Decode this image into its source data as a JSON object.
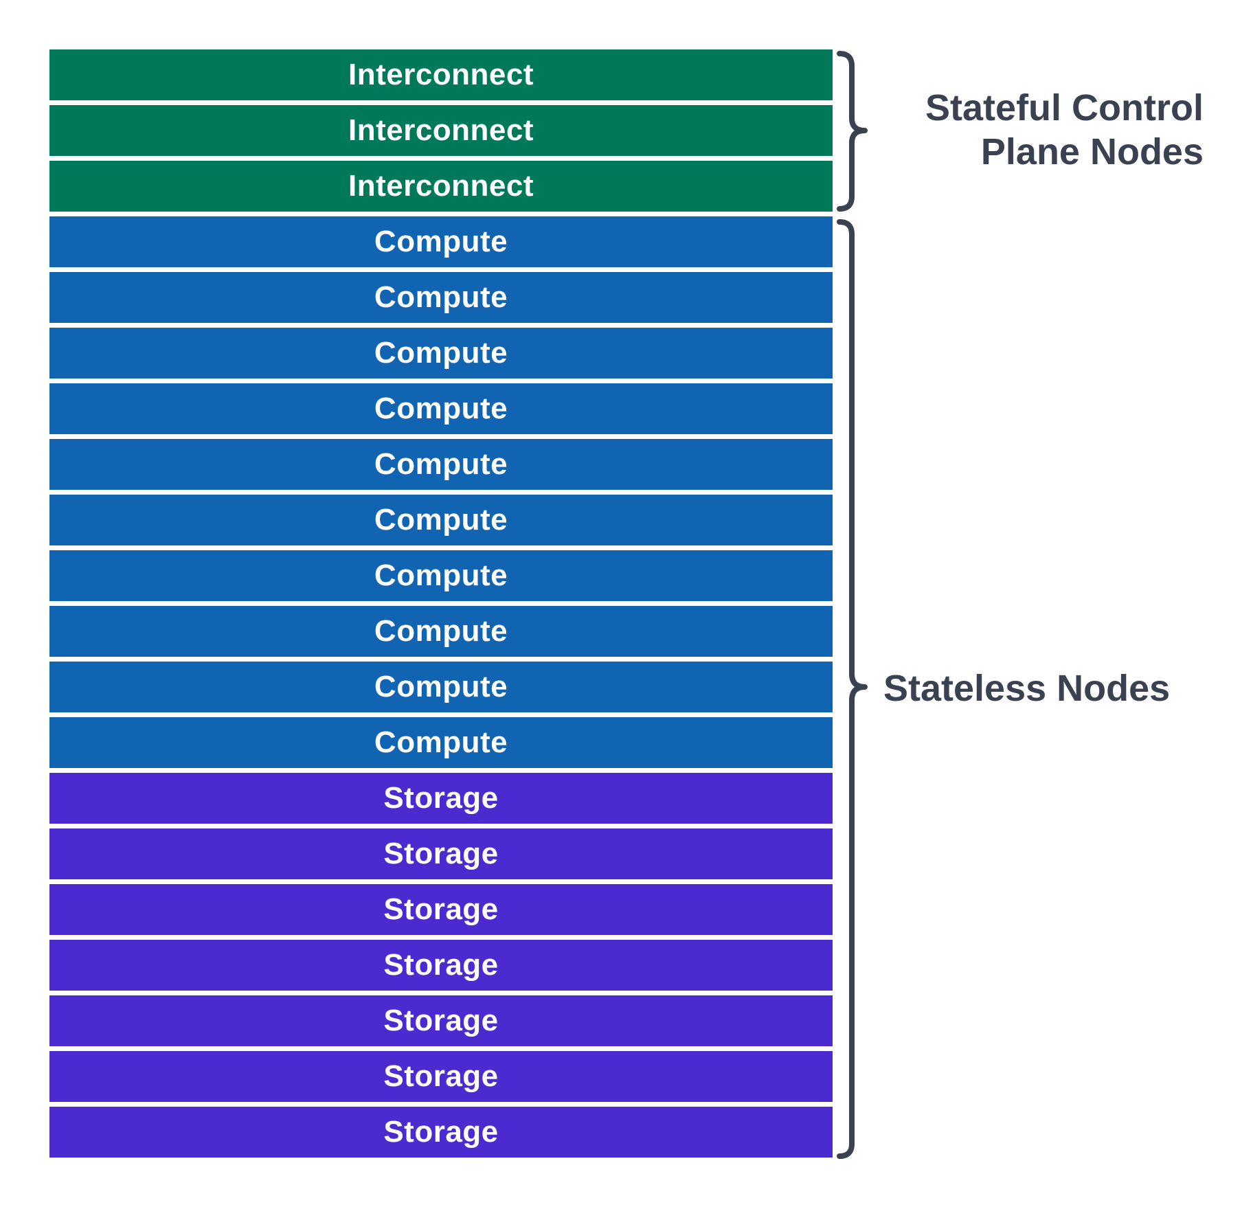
{
  "colors": {
    "interconnect": "#00785A",
    "compute": "#1164B2",
    "storage": "#4B2BD0",
    "annotation": "#3A4150",
    "bar_text": "#FFFFFF",
    "background": "#FFFFFF"
  },
  "node_rows": [
    {
      "type": "interconnect",
      "label": "Interconnect"
    },
    {
      "type": "interconnect",
      "label": "Interconnect"
    },
    {
      "type": "interconnect",
      "label": "Interconnect"
    },
    {
      "type": "compute",
      "label": "Compute"
    },
    {
      "type": "compute",
      "label": "Compute"
    },
    {
      "type": "compute",
      "label": "Compute"
    },
    {
      "type": "compute",
      "label": "Compute"
    },
    {
      "type": "compute",
      "label": "Compute"
    },
    {
      "type": "compute",
      "label": "Compute"
    },
    {
      "type": "compute",
      "label": "Compute"
    },
    {
      "type": "compute",
      "label": "Compute"
    },
    {
      "type": "compute",
      "label": "Compute"
    },
    {
      "type": "compute",
      "label": "Compute"
    },
    {
      "type": "storage",
      "label": "Storage"
    },
    {
      "type": "storage",
      "label": "Storage"
    },
    {
      "type": "storage",
      "label": "Storage"
    },
    {
      "type": "storage",
      "label": "Storage"
    },
    {
      "type": "storage",
      "label": "Storage"
    },
    {
      "type": "storage",
      "label": "Storage"
    },
    {
      "type": "storage",
      "label": "Storage"
    }
  ],
  "groups": [
    {
      "id": "stateful-control-plane",
      "lines": [
        "Stateful Control",
        "Plane Nodes"
      ],
      "rows": "1-3"
    },
    {
      "id": "stateless",
      "lines": [
        "Stateless Nodes"
      ],
      "rows": "4-20"
    }
  ]
}
